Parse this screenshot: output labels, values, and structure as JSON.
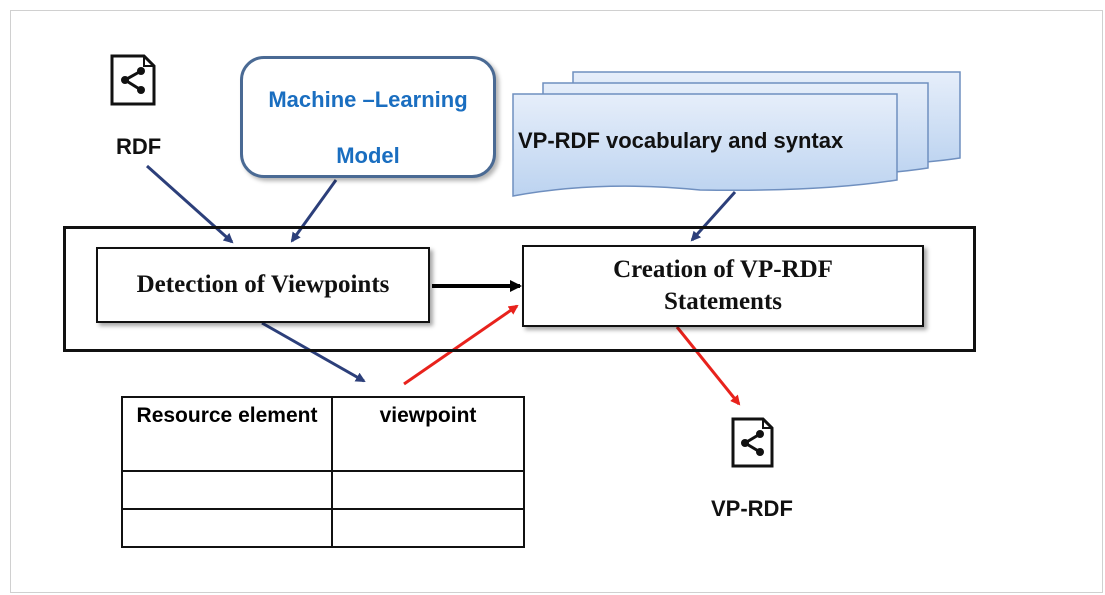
{
  "labels": {
    "rdf": "RDF",
    "vp_rdf": "VP-RDF"
  },
  "ml_model": {
    "line1": "Machine –Learning",
    "line2": "Model"
  },
  "vocabulary": {
    "label": "VP-RDF vocabulary and syntax"
  },
  "process": {
    "detection": "Detection of Viewpoints",
    "creation_line1": "Creation of VP-RDF",
    "creation_line2": "Statements"
  },
  "table": {
    "headers": [
      "Resource element",
      "viewpoint"
    ],
    "rows": [
      [
        "",
        ""
      ],
      [
        "",
        ""
      ]
    ]
  },
  "icons": {
    "rdf_file": "rdf-document-icon",
    "vp_rdf_file": "rdf-document-icon"
  },
  "colors": {
    "ml_text": "#1a6ec0",
    "ml_border": "#4a6a94",
    "doc_fill": "#c9dcf3",
    "arrow_blue": "#2c3f7a",
    "arrow_red": "#e8221c",
    "arrow_black": "#000000"
  }
}
